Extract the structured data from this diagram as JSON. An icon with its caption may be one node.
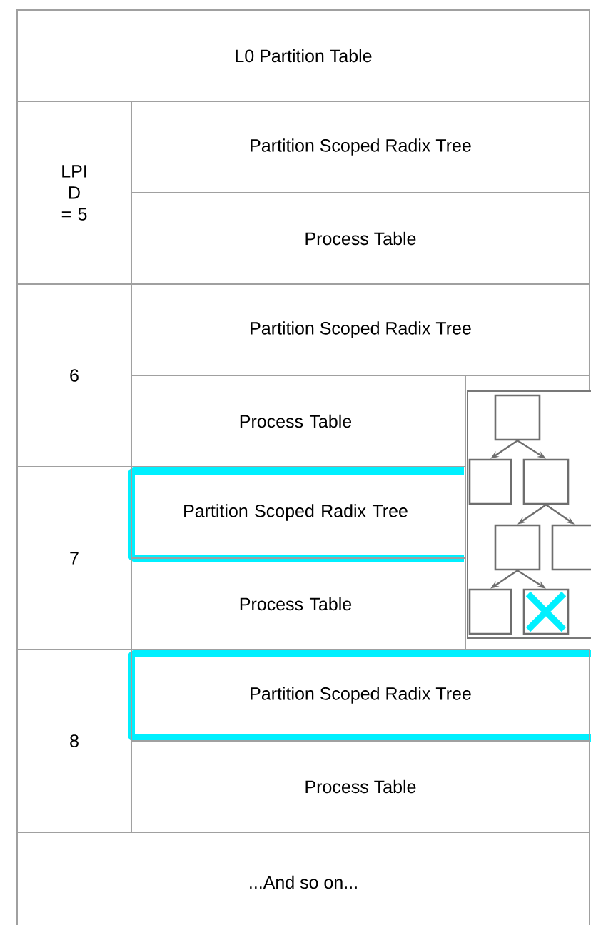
{
  "diagram": {
    "nodes": [
      {
        "text": [
          "L0 Partition Table"
        ]
      },
      {
        "text": [
          "LPI D = 5"
        ]
      },
      {
        "text": [
          "Partition Scoped Radix Tree"
        ]
      },
      {
        "text": [
          "Process Table"
        ]
      },
      {
        "text": [
          "6"
        ]
      },
      {
        "text": [
          "Partition Scoped Radix Tree"
        ]
      },
      {
        "text": [
          "Process Table"
        ]
      },
      {
        "text": [
          "7"
        ]
      },
      {
        "text": [
          "Partition Scoped Radix Tree"
        ]
      },
      {
        "text": [
          "Process Table"
        ]
      },
      {
        "text": [
          "8"
        ]
      },
      {
        "text": [
          "Partition Scoped Radix Tree"
        ]
      },
      {
        "text": [
          "Process Table"
        ]
      },
      {
        "text": [
          "...And so on..."
        ]
      },
      {
        "text": [],
        "shape": "box"
      },
      {
        "text": [],
        "shape": "box"
      },
      {
        "text": [],
        "shape": "box"
      },
      {
        "text": [],
        "shape": "box"
      },
      {
        "text": [],
        "shape": "box"
      },
      {
        "text": [],
        "shape": "box"
      },
      {
        "text": [],
        "shape": "box"
      }
    ],
    "edges": [
      {
        "from": 14,
        "to": 15,
        "arrow": "to"
      },
      {
        "from": 14,
        "to": 16,
        "arrow": "to"
      },
      {
        "from": 16,
        "to": 17,
        "arrow": "to"
      },
      {
        "from": 16,
        "to": 18,
        "arrow": "to"
      },
      {
        "from": 17,
        "to": 19,
        "arrow": "to"
      },
      {
        "from": 17,
        "to": 20,
        "arrow": "to"
      }
    ]
  }
}
